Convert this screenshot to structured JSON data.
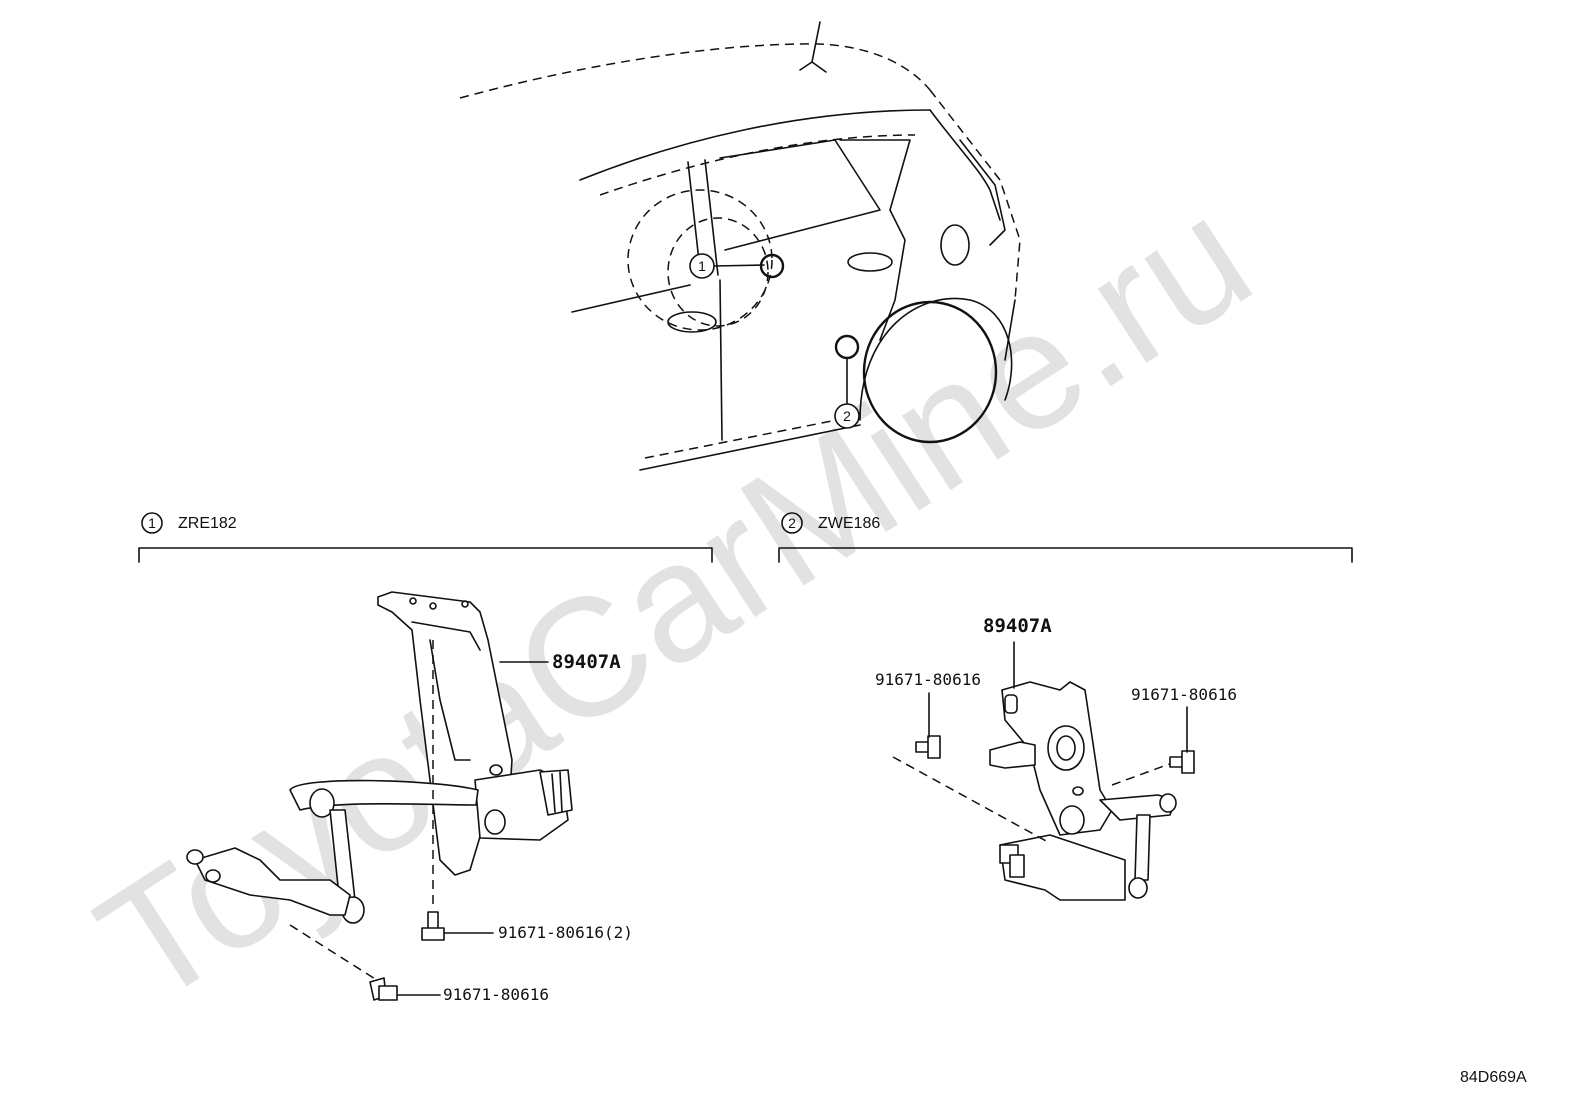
{
  "watermark": "ToyotaCarMine.ru",
  "overview": {
    "callout_1": "1",
    "callout_2": "2"
  },
  "sections": [
    {
      "marker": "1",
      "model": "ZRE182",
      "labels": {
        "sensor": "89407A",
        "bolt_upper": "91671-80616(2)",
        "bolt_lower": "91671-80616"
      }
    },
    {
      "marker": "2",
      "model": "ZWE186",
      "labels": {
        "sensor": "89407A",
        "bolt_left": "91671-80616",
        "bolt_right": "91671-80616"
      }
    }
  ],
  "figure_code": "84D669A"
}
